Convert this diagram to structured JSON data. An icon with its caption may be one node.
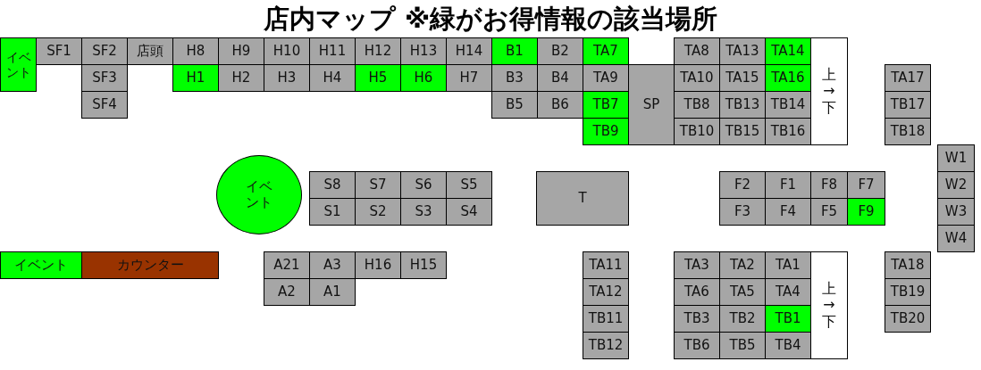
{
  "diagram": {
    "title": "店内マップ ※緑がお得情報の該当場所",
    "nodes": [
      {
        "text": [
          "イベント"
        ]
      },
      {
        "text": [
          "SF1"
        ]
      },
      {
        "text": [
          "SF2"
        ]
      },
      {
        "text": [
          "店頭"
        ]
      },
      {
        "text": [
          "H8"
        ]
      },
      {
        "text": [
          "H9"
        ]
      },
      {
        "text": [
          "H10"
        ]
      },
      {
        "text": [
          "H11"
        ]
      },
      {
        "text": [
          "H12"
        ]
      },
      {
        "text": [
          "H13"
        ]
      },
      {
        "text": [
          "H14"
        ]
      },
      {
        "text": [
          "B1"
        ]
      },
      {
        "text": [
          "B2"
        ]
      },
      {
        "text": [
          "TA7"
        ]
      },
      {
        "text": [
          "TA8"
        ]
      },
      {
        "text": [
          "TA13"
        ]
      },
      {
        "text": [
          "TA14"
        ]
      },
      {
        "text": [
          "上→下"
        ]
      },
      {
        "text": [
          "SF3"
        ]
      },
      {
        "text": [
          "H1"
        ]
      },
      {
        "text": [
          "H2"
        ]
      },
      {
        "text": [
          "H3"
        ]
      },
      {
        "text": [
          "H4"
        ]
      },
      {
        "text": [
          "H5"
        ]
      },
      {
        "text": [
          "H6"
        ]
      },
      {
        "text": [
          "H7"
        ]
      },
      {
        "text": [
          "B3"
        ]
      },
      {
        "text": [
          "B4"
        ]
      },
      {
        "text": [
          "TA9"
        ]
      },
      {
        "text": [
          "SP"
        ]
      },
      {
        "text": [
          "TA10"
        ]
      },
      {
        "text": [
          "TA15"
        ]
      },
      {
        "text": [
          "TA16"
        ]
      },
      {
        "text": [
          "TA17"
        ]
      },
      {
        "text": [
          "SF4"
        ]
      },
      {
        "text": [
          "B5"
        ]
      },
      {
        "text": [
          "B6"
        ]
      },
      {
        "text": [
          "TB7"
        ]
      },
      {
        "text": [
          "TB8"
        ]
      },
      {
        "text": [
          "TB13"
        ]
      },
      {
        "text": [
          "TB14"
        ]
      },
      {
        "text": [
          "TB17"
        ]
      },
      {
        "text": [
          "TB9"
        ]
      },
      {
        "text": [
          "TB10"
        ]
      },
      {
        "text": [
          "TB15"
        ]
      },
      {
        "text": [
          "TB16"
        ]
      },
      {
        "text": [
          "TB18"
        ]
      },
      {
        "text": [
          "W1"
        ]
      },
      {
        "text": [
          "イベント"
        ]
      },
      {
        "text": [
          "S8"
        ]
      },
      {
        "text": [
          "S7"
        ]
      },
      {
        "text": [
          "S6"
        ]
      },
      {
        "text": [
          "S5"
        ]
      },
      {
        "text": [
          "T"
        ]
      },
      {
        "text": [
          "F2"
        ]
      },
      {
        "text": [
          "F1"
        ]
      },
      {
        "text": [
          "F8"
        ]
      },
      {
        "text": [
          "F7"
        ]
      },
      {
        "text": [
          "W2"
        ]
      },
      {
        "text": [
          "S1"
        ]
      },
      {
        "text": [
          "S2"
        ]
      },
      {
        "text": [
          "S3"
        ]
      },
      {
        "text": [
          "S4"
        ]
      },
      {
        "text": [
          "F3"
        ]
      },
      {
        "text": [
          "F4"
        ]
      },
      {
        "text": [
          "F5"
        ]
      },
      {
        "text": [
          "F9"
        ]
      },
      {
        "text": [
          "W3"
        ]
      },
      {
        "text": [
          "W4"
        ]
      },
      {
        "text": [
          "イベント"
        ]
      },
      {
        "text": [
          "カウンター"
        ]
      },
      {
        "text": [
          "A21"
        ]
      },
      {
        "text": [
          "A3"
        ]
      },
      {
        "text": [
          "H16"
        ]
      },
      {
        "text": [
          "H15"
        ]
      },
      {
        "text": [
          "TA11"
        ]
      },
      {
        "text": [
          "TA3"
        ]
      },
      {
        "text": [
          "TA2"
        ]
      },
      {
        "text": [
          "TA1"
        ]
      },
      {
        "text": [
          "上→下"
        ]
      },
      {
        "text": [
          "TA18"
        ]
      },
      {
        "text": [
          "A2"
        ]
      },
      {
        "text": [
          "A1"
        ]
      },
      {
        "text": [
          "TA12"
        ]
      },
      {
        "text": [
          "TA6"
        ]
      },
      {
        "text": [
          "TA5"
        ]
      },
      {
        "text": [
          "TA4"
        ]
      },
      {
        "text": [
          "TB19"
        ]
      },
      {
        "text": [
          "TB11"
        ]
      },
      {
        "text": [
          "TB3"
        ]
      },
      {
        "text": [
          "TB2"
        ]
      },
      {
        "text": [
          "TB1"
        ]
      },
      {
        "text": [
          "TB20"
        ]
      },
      {
        "text": [
          "TB12"
        ]
      },
      {
        "text": [
          "TB6"
        ]
      },
      {
        "text": [
          "TB5"
        ]
      },
      {
        "text": [
          "TB4"
        ]
      }
    ]
  }
}
